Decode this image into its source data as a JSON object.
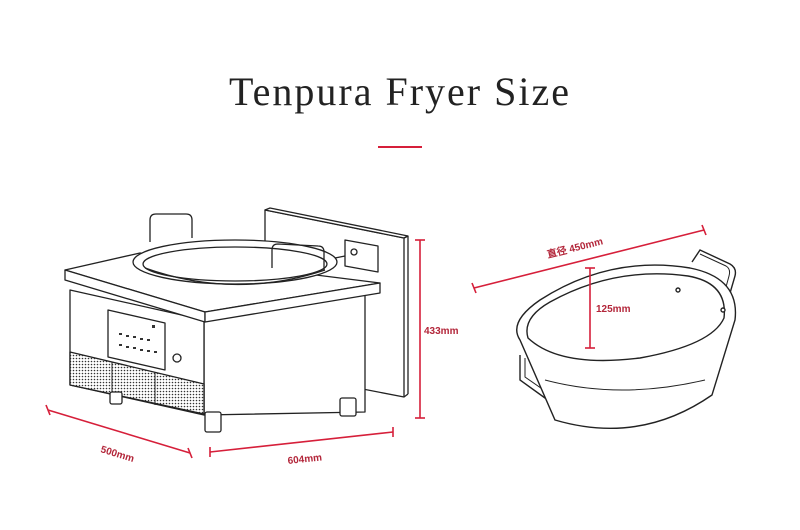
{
  "page": {
    "title": "Tenpura Fryer Size"
  },
  "colors": {
    "accent": "#d61f3a",
    "dimension": "#b3263a",
    "line": "#222222"
  },
  "dimensions": {
    "depth": "500mm",
    "width": "604mm",
    "height": "433mm",
    "diameter": "直径 450mm",
    "pan_depth": "125mm"
  }
}
